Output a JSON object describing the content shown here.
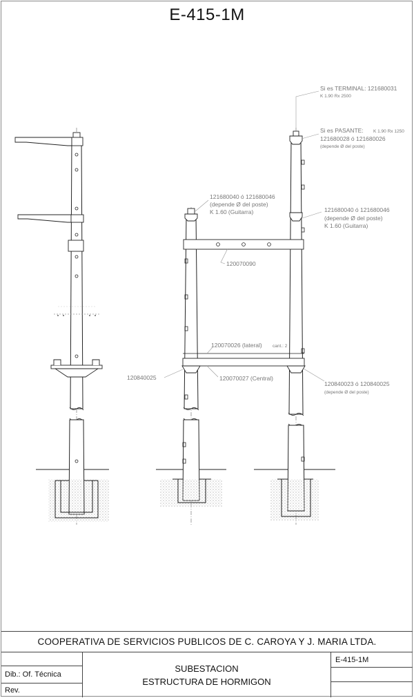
{
  "title": "E-415-1M",
  "labels": {
    "terminal": "Si es TERMINAL: 121680031",
    "terminal_k": "K 1.90 Rx 2500",
    "pasante": "Si es PASANTE:",
    "pasante_k": "K 1.90 Rx 1250",
    "pasante_code": "121680028 ó 121680026",
    "pasante_note": "(depende Ø del poste)",
    "left_code": "121680040 ó 121680046",
    "left_note": "(depende Ø del poste)",
    "left_k": "K 1.60 (Guitarra)",
    "right_code": "121680040 ó 121680046",
    "right_note": "(depende Ø del poste)",
    "right_k": "K 1.60 (Guitarra)",
    "upper_beam": "120070090",
    "lateral": "120070026 (lateral)",
    "lateral_qty": "cant.: 2",
    "lower_left": "120840025",
    "central": "120070027 (Central)",
    "lower_right": "120840023 ó 120840025",
    "lower_right_note": "(depende Ø del poste)"
  },
  "title_block": {
    "cooperative": "COOPERATIVA  DE  SERVICIOS  PUBLICOS DE  C. CAROYA Y J. MARIA  LTDA.",
    "drawn_by": "Dib.: Of. Técnica",
    "revision": "Rev.",
    "subject_line1": "SUBESTACION",
    "subject_line2": "ESTRUCTURA DE HORMIGON",
    "code": "E-415-1M"
  }
}
